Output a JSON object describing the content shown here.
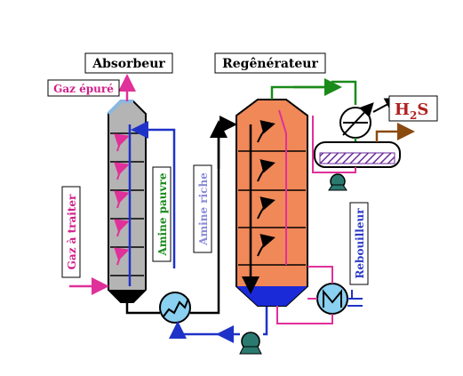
{
  "labels": {
    "absorbeur": "Absorbeur",
    "regenerateur": "Regênérateur",
    "gaz_epure": "Gaz épuré",
    "gaz_a_traiter": "Gaz à traiter",
    "amine_pauvre": "Amine pauvre",
    "amine_riche": "Amine riche",
    "rebouilleur": "Rebouilleur",
    "h2s_main": "H",
    "h2s_sub": "2",
    "h2s_end": "S"
  },
  "colors": {
    "pink": "#e0309a",
    "blue": "#1f32c8",
    "green": "#1a8a1a",
    "black": "#000000",
    "brown": "#8a4a10",
    "teal": "#2a7a70",
    "column_gray": "#b4b4b4",
    "column_blue": "#8ab8e0",
    "regen_orange": "#f08858",
    "regen_bottom": "#1a2ad8",
    "condenser_purple": "#6a2a9a",
    "gaz_epure_text": "#d0208a",
    "gaz_traiter_text": "#d0208a",
    "amine_pauvre_text": "#1a8a1a",
    "amine_riche_text": "#8a8ad8",
    "rebouilleur_text": "#2a3ac8"
  }
}
